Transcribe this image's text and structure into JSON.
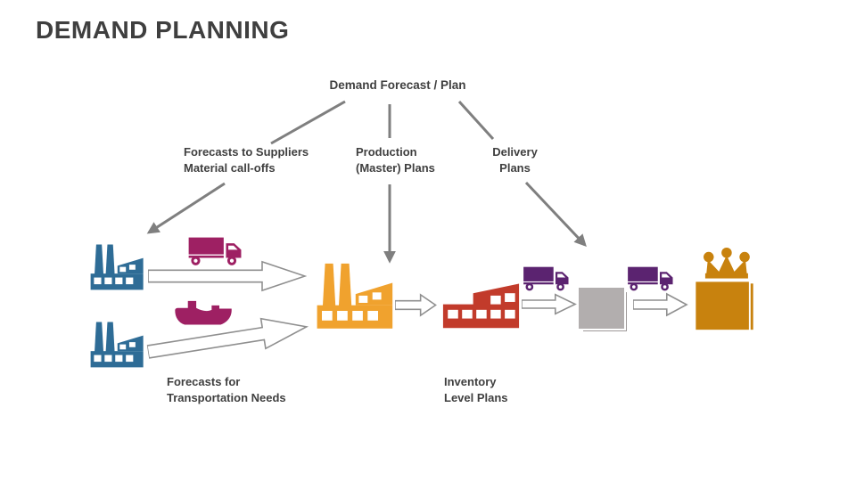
{
  "title": "DEMAND PLANNING",
  "tree": {
    "root": "Demand Forecast / Plan",
    "branch_suppliers": {
      "line1": "Forecasts to Suppliers",
      "line2": "Material call-offs"
    },
    "branch_production": {
      "line1": "Production",
      "line2": "(Master) Plans"
    },
    "branch_delivery": {
      "line1": "Delivery",
      "line2": "Plans"
    }
  },
  "flow_labels": {
    "transportation": {
      "line1": "Forecasts for",
      "line2": "Transportation Needs"
    },
    "inventory": {
      "line1": "Inventory",
      "line2": "Level Plans"
    }
  },
  "icons": {
    "supplier_factory_1": "factory-icon",
    "supplier_factory_2": "factory-icon",
    "freight_truck": "truck-icon",
    "cargo_ship": "ship-icon",
    "production_factory": "factory-icon",
    "distribution_factory": "factory-icon",
    "delivery_truck_1": "truck-icon",
    "delivery_truck_2": "truck-icon",
    "warehouse_box": "box-icon",
    "customer_crown_box": "crown-box-icon"
  },
  "colors": {
    "text": "#3F3F3F",
    "connector": "#7F7F7F",
    "factory_blue": "#2E6C96",
    "factory_orange": "#F0A22E",
    "factory_red": "#C23B2B",
    "vehicle_magenta": "#9E2063",
    "vehicle_purple": "#5B2370",
    "box_gray": "#B2AEAE",
    "box_gold": "#C8820E",
    "arrow_outline": "#8F8F8F",
    "arrow_fill": "#FFFFFF"
  }
}
